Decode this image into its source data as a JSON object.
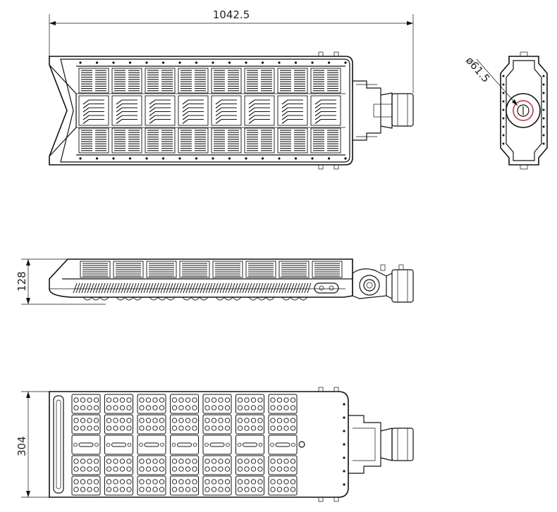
{
  "dimensions": {
    "length": "1042.5",
    "height": "128",
    "width": "304",
    "mount_diameter": "ø61.5"
  },
  "colors": {
    "line": "#111111",
    "mount_accent": "#c85a6a",
    "background": "#ffffff"
  }
}
